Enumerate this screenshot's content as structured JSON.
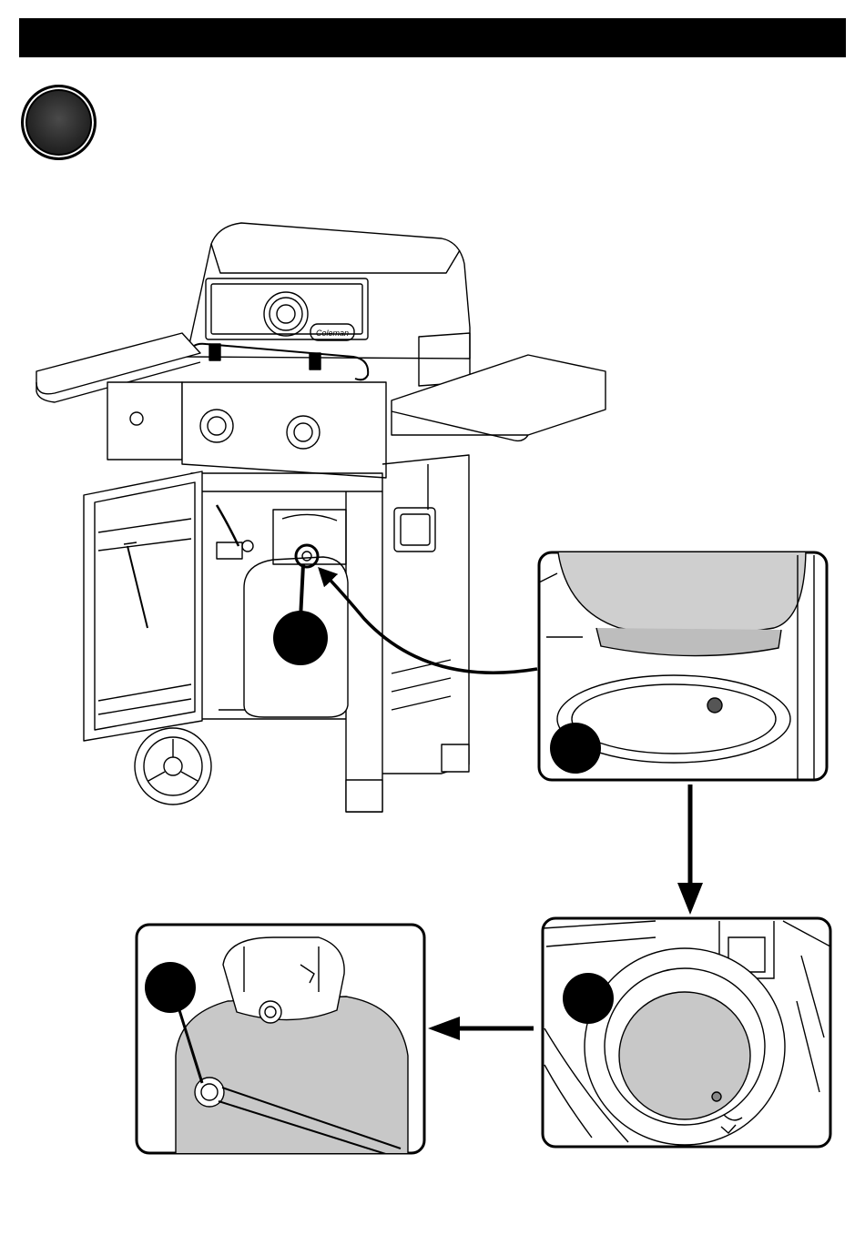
{
  "header": {
    "title": ""
  },
  "step": {
    "number": ""
  },
  "grill": {
    "brand_logo": "Coleman"
  },
  "callouts": [
    {
      "id": "main",
      "label": ""
    },
    {
      "id": "detail-1",
      "label": ""
    },
    {
      "id": "detail-2",
      "label": ""
    },
    {
      "id": "detail-3",
      "label": ""
    }
  ],
  "colors": {
    "ink": "#000000",
    "paper": "#ffffff",
    "tank_gray": "#c8c8c8",
    "badge": "#222222"
  },
  "icons": [
    "step-badge-icon",
    "arrow-down-icon",
    "arrow-left-icon",
    "curved-arrow-icon"
  ]
}
